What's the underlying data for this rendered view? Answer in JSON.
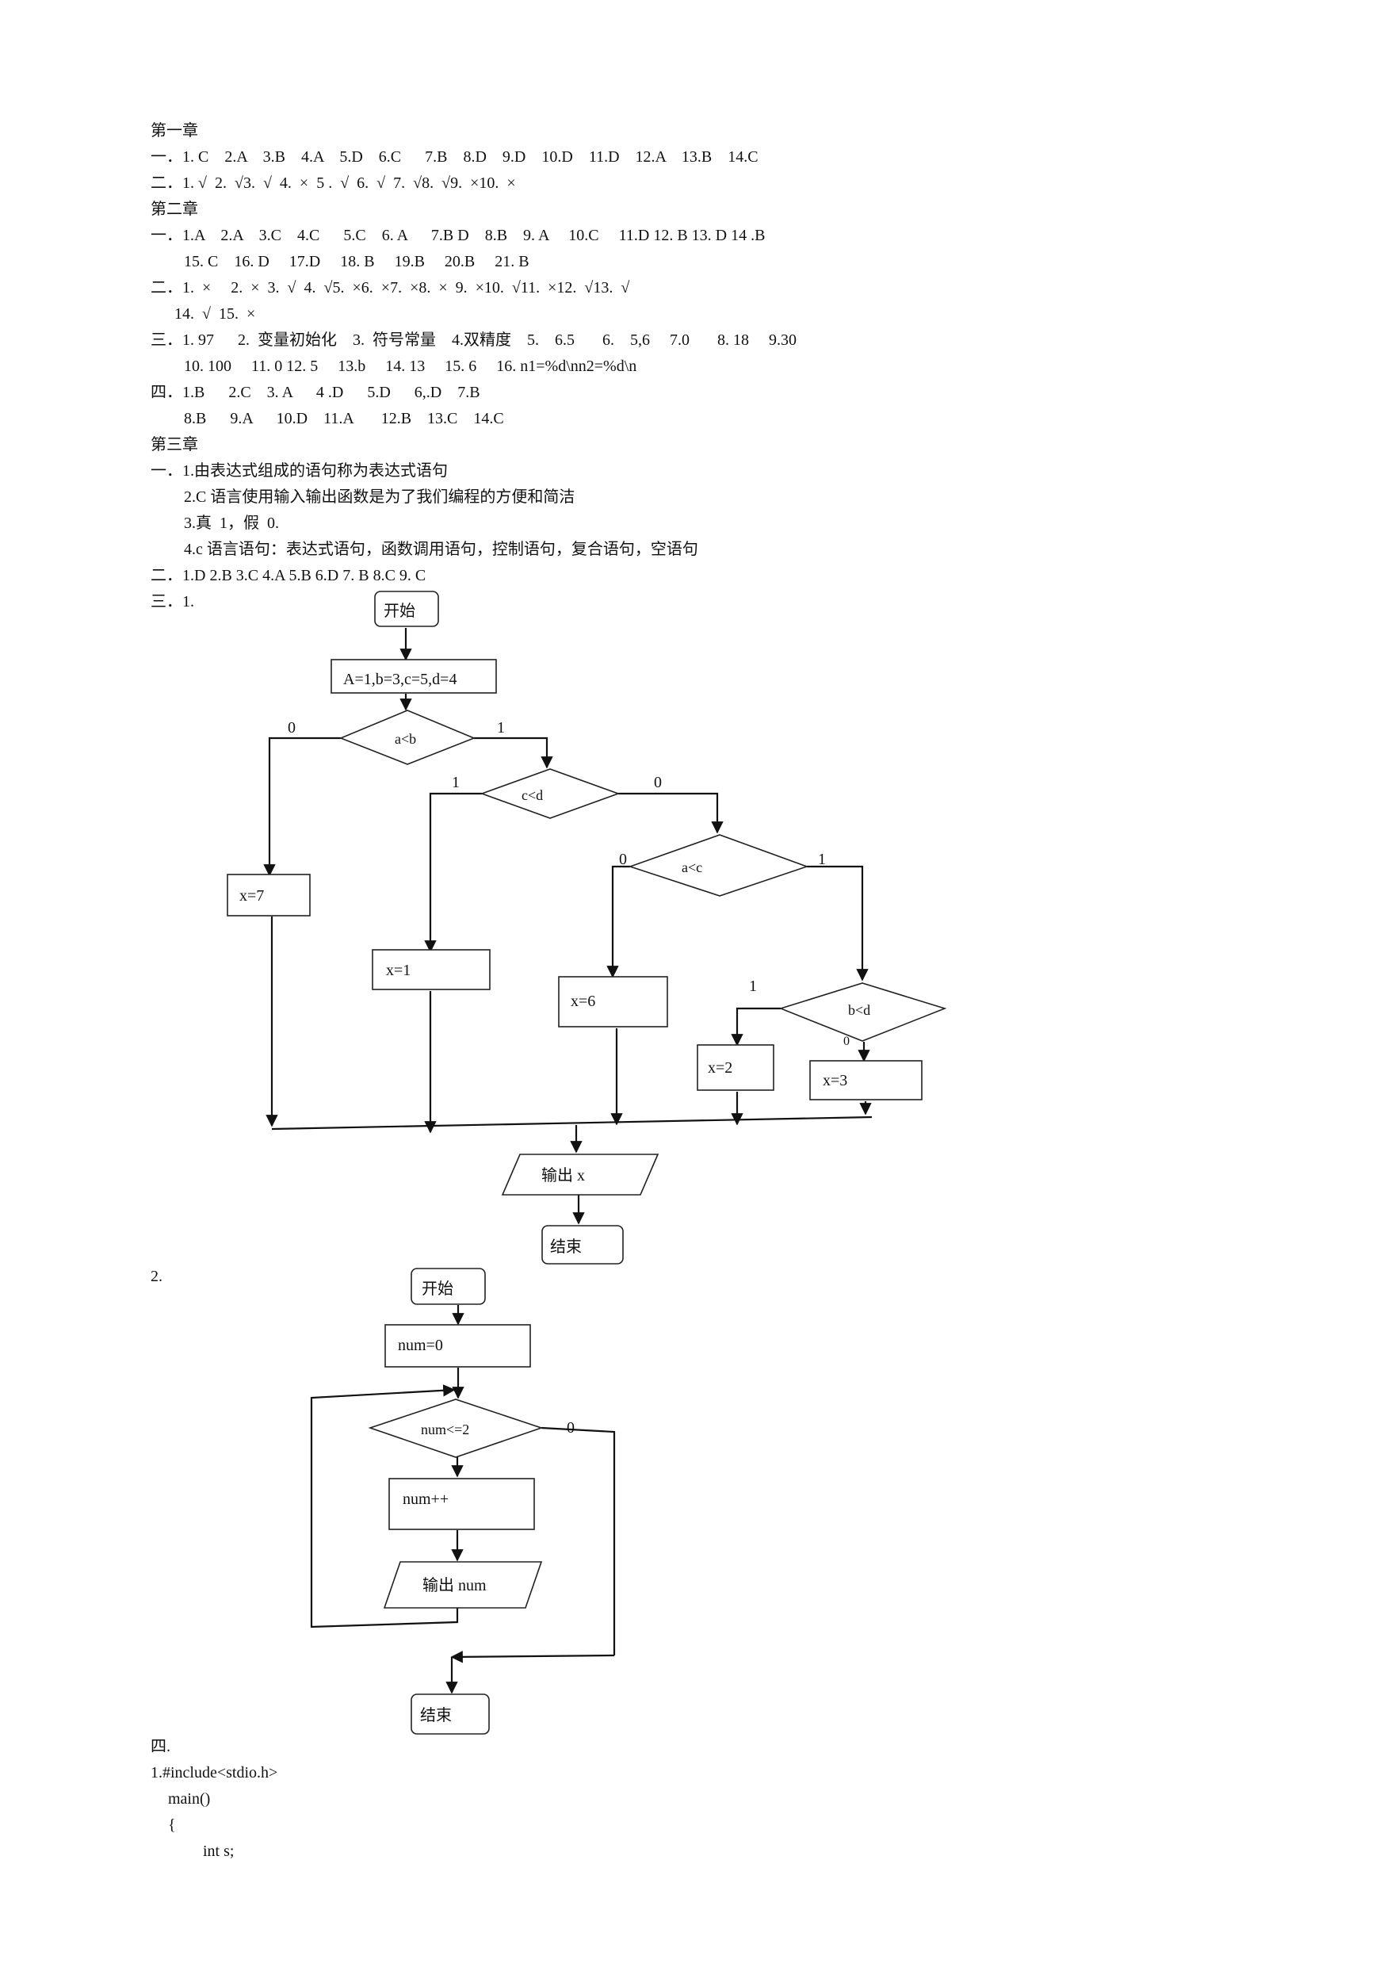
{
  "chapter1": {
    "heading": "第一章",
    "s1": "一．1. C    2.A    3.B    4.A    5.D    6.C      7.B    8.D    9.D    10.D    11.D    12.A    13.B    14.C",
    "s2": "二．1. √  2.  √3.  √  4.  ×  5 .  √  6.  √  7.  √8.  √9.  ×10.  ×"
  },
  "chapter2": {
    "heading": "第二章",
    "s1a": "一．1.A    2.A    3.C    4.C      5.C    6. A      7.B D    8.B    9. A     10.C     11.D 12. B 13. D 14 .B",
    "s1b": "15. C    16. D     17.D     18. B     19.B     20.B     21. B",
    "s2a": "二．1.  ×     2.  ×  3.  √  4.  √5.  ×6.  ×7.  ×8.  ×  9.  ×10.  √11.  ×12.  √13.  √",
    "s2b": "14.  √  15.  ×",
    "s3a": "三．1. 97      2.  变量初始化    3.  符号常量    4.双精度    5.    6.5       6.    5,6     7.0       8. 18     9.30",
    "s3b": "10. 100     11. 0 12. 5     13.b     14. 13     15. 6     16. n1=%d\\nn2=%d\\n",
    "s4a": "四．1.B      2.C    3. A      4 .D      5.D      6,.D    7.B",
    "s4b": "8.B      9.A      10.D    11.A       12.B    13.C    14.C"
  },
  "chapter3": {
    "heading": "第三章",
    "s1a": "一．1.由表达式组成的语句称为表达式语句",
    "s1b": "2.C 语言使用输入输出函数是为了我们编程的方便和简洁",
    "s1c": "3.真  1，假  0.",
    "s1d": "4.c 语言语句：表达式语句，函数调用语句，控制语句，复合语句，空语句",
    "s2": "二．1.D 2.B 3.C 4.A 5.B 6.D 7. B 8.C 9. C",
    "s3": "三．1.",
    "q2": "2.",
    "s4": "四.",
    "code1": "1.#include<stdio.h>",
    "code2": "main()",
    "code3": "{",
    "code4": "int s;"
  },
  "flowchart1": {
    "start": "开始",
    "init": "A=1,b=3,c=5,d=4",
    "d1": "a<b",
    "d1_no": "0",
    "d1_yes": "1",
    "d2": "c<d",
    "d2_yes": "1",
    "d2_no": "0",
    "d3": "a<c",
    "d3_no": "0",
    "d3_yes": "1",
    "d4": "b<d",
    "d4_yes": "1",
    "d4_no": "0",
    "x7": "x=7",
    "x1": "x=1",
    "x6": "x=6",
    "x2": "x=2",
    "x3": "x=3",
    "output": "输出 x",
    "end": "结束"
  },
  "flowchart2": {
    "start": "开始",
    "init": "num=0",
    "cond": "num<=2",
    "cond_no": "0",
    "inc": "num++",
    "output": "输出 num",
    "end": "结束"
  }
}
